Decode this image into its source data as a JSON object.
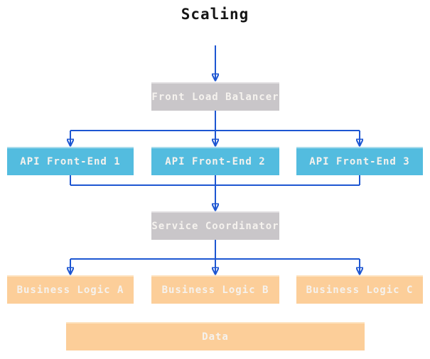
{
  "title": "Scaling",
  "colors": {
    "arrow": "#1d56d2",
    "node_gray": "#c9c6c9",
    "node_blue": "#53bcdf",
    "node_orange": "#fcce99",
    "node_text": "#f5f2ee",
    "title_text": "#161616",
    "background": "#ffffff"
  },
  "nodes": {
    "load_balancer": {
      "label": "Front Load Balancer",
      "color": "#c9c6c9"
    },
    "api1": {
      "label": "API Front-End 1",
      "color": "#53bcdf"
    },
    "api2": {
      "label": "API Front-End 2",
      "color": "#53bcdf"
    },
    "api3": {
      "label": "API Front-End 3",
      "color": "#53bcdf"
    },
    "coordinator": {
      "label": "Service Coordinator",
      "color": "#c9c6c9"
    },
    "logic_a": {
      "label": "Business Logic A",
      "color": "#fcce99"
    },
    "logic_b": {
      "label": "Business Logic B",
      "color": "#fcce99"
    },
    "logic_c": {
      "label": "Business Logic C",
      "color": "#fcce99"
    },
    "data": {
      "label": "Data",
      "color": "#fcce99"
    }
  },
  "edges": [
    {
      "from": "start",
      "to": "load_balancer"
    },
    {
      "from": "load_balancer",
      "to": "api1"
    },
    {
      "from": "load_balancer",
      "to": "api2"
    },
    {
      "from": "load_balancer",
      "to": "api3"
    },
    {
      "from": "api1",
      "to": "coordinator"
    },
    {
      "from": "api2",
      "to": "coordinator"
    },
    {
      "from": "api3",
      "to": "coordinator"
    },
    {
      "from": "coordinator",
      "to": "logic_a"
    },
    {
      "from": "coordinator",
      "to": "logic_b"
    },
    {
      "from": "coordinator",
      "to": "logic_c"
    }
  ]
}
